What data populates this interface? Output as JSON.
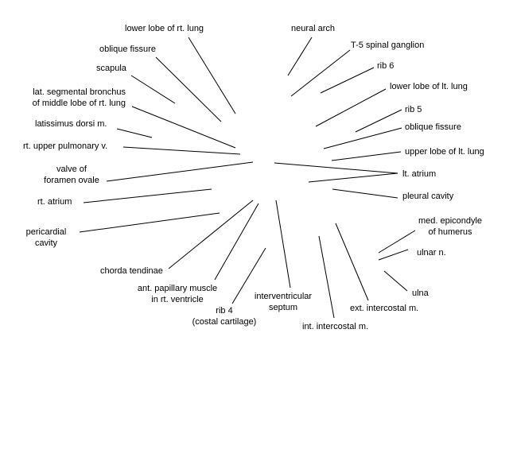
{
  "labels": {
    "lower_lobe_rt_lung": "lower lobe of rt. lung",
    "oblique_fissure_rt": "oblique fissure",
    "scapula": "scapula",
    "lat_segmental_bronchus_1": "lat. segmental bronchus",
    "lat_segmental_bronchus_2": "of middle lobe of rt. lung",
    "latissimus_dorsi": "latissimus dorsi m.",
    "rt_upper_pulmonary_v": "rt. upper pulmonary v.",
    "valve_foramen_ovale_1": "valve of",
    "valve_foramen_ovale_2": "foramen ovale",
    "rt_atrium": "rt. atrium",
    "pericardial_cavity_1": "pericardial",
    "pericardial_cavity_2": "cavity",
    "chorda_tendinae": "chorda tendinae",
    "ant_papillary_1": "ant. papillary muscle",
    "ant_papillary_2": "in rt. ventricle",
    "rib4_1": "rib 4",
    "rib4_2": "(costal cartilage)",
    "interventricular_1": "interventricular",
    "interventricular_2": "septum",
    "int_intercostal": "int. intercostal m.",
    "ext_intercostal": "ext. intercostal m.",
    "ulna": "ulna",
    "ulnar_n": "ulnar n.",
    "med_epicondyle_1": "med. epicondyle",
    "med_epicondyle_2": "of humerus",
    "pleural_cavity": "pleural cavity",
    "lt_atrium": "lt. atrium",
    "upper_lobe_lt_lung": "upper lobe of lt. lung",
    "oblique_fissure_lt": "oblique fissure",
    "rib5": "rib 5",
    "lower_lobe_lt_lung": "lower lobe of lt. lung",
    "rib6": "rib 6",
    "t5_spinal_ganglion": "T-5 spinal ganglion",
    "neural_arch": "neural arch"
  }
}
